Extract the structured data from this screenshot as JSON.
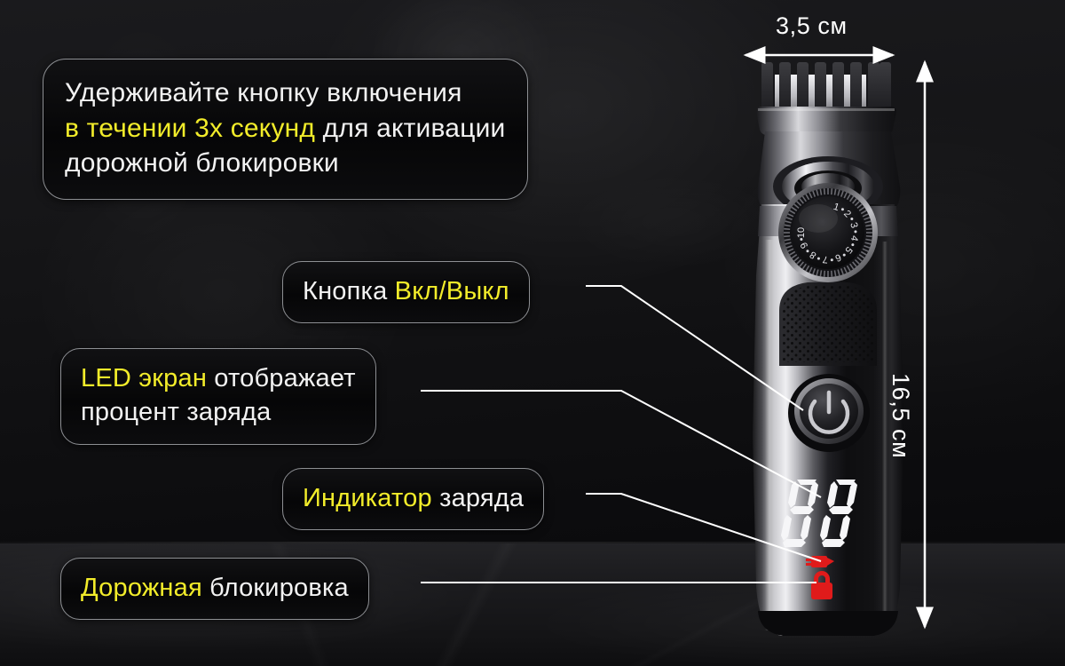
{
  "product": {
    "name": "beard-trimmer",
    "dial_numbers": [
      "1",
      "2",
      "3",
      "4",
      "5",
      "6",
      "7",
      "8",
      "9",
      "10"
    ],
    "display": {
      "digits": "88",
      "icons": [
        "plug-icon",
        "lock-icon"
      ],
      "icon_color": "#e01b1b"
    }
  },
  "callouts": {
    "main": {
      "line1": "Удерживайте кнопку включения",
      "line2_hl": "в течении 3х секунд",
      "line2_rest": " для активации",
      "line3": "дорожной блокировки"
    },
    "power": {
      "prefix": "Кнопка ",
      "hl": "Вкл/Выкл"
    },
    "led": {
      "hl": "LED экран",
      "rest": " отображает",
      "line2": "процент заряда"
    },
    "charge": {
      "hl": "Индикатор",
      "rest": " заряда"
    },
    "lock": {
      "hl": "Дорожная",
      "rest": " блокировка"
    }
  },
  "dimensions": {
    "width": "3,5 см",
    "height": "16,5 см"
  },
  "colors": {
    "accent": "#f2ec2a",
    "text": "#f2f2f2",
    "border": "#8d8f93",
    "led_red": "#e01b1b",
    "background": "#0d0d0f"
  }
}
